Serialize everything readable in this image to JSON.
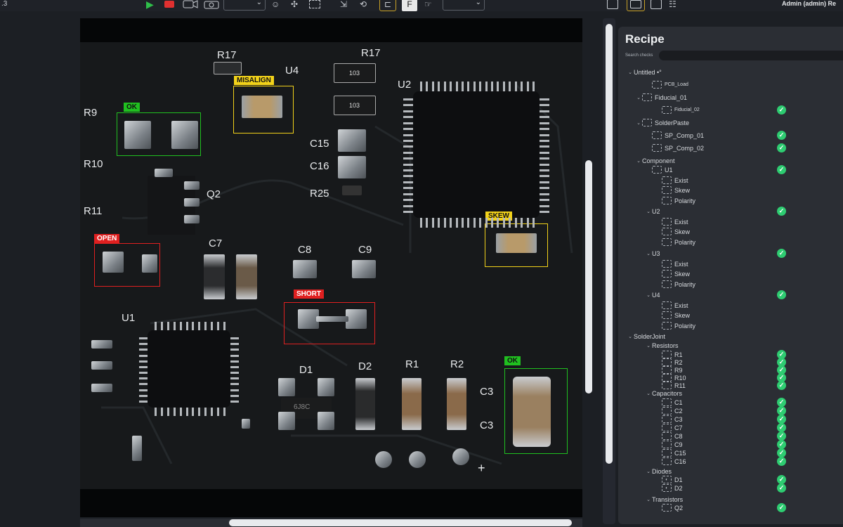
{
  "window": {
    "left_number": ".3",
    "user": "Admin (admin)",
    "user_suffix": "Re"
  },
  "recipe": {
    "title": "Recipe",
    "search_label": "Search checks",
    "tree": [
      {
        "label": "Untitled •°",
        "indent": 0,
        "twisty": "v",
        "icon": "",
        "check": false
      },
      {
        "label": "PCB_Load",
        "indent": 2,
        "twisty": "",
        "icon": "fid",
        "check": false,
        "small": true
      },
      {
        "label": "Fiducial_01",
        "indent": 1,
        "twisty": "v",
        "icon": "fid",
        "check": false
      },
      {
        "label": "Fiducial_02",
        "indent": 3,
        "twisty": "",
        "icon": "fid",
        "check": true,
        "small": true
      },
      {
        "label": "SolderPaste",
        "indent": 1,
        "twisty": "v",
        "icon": "sp",
        "check": false
      },
      {
        "label": "SP_Comp_01",
        "indent": 2,
        "twisty": "",
        "icon": "fid",
        "check": true
      },
      {
        "label": "SP_Comp_02",
        "indent": 2,
        "twisty": "",
        "icon": "fid",
        "check": true
      },
      {
        "label": "Component",
        "indent": 1,
        "twisty": "v",
        "icon": "",
        "check": false
      },
      {
        "label": "U1",
        "indent": 2,
        "twisty": "",
        "icon": "z",
        "check": true
      },
      {
        "label": "Exist",
        "indent": 3,
        "twisty": "",
        "icon": "fid",
        "check": false
      },
      {
        "label": "Skew",
        "indent": 3,
        "twisty": "",
        "icon": "fid",
        "check": false
      },
      {
        "label": "Polarity",
        "indent": 3,
        "twisty": "",
        "icon": "fid",
        "check": false
      },
      {
        "label": "U2",
        "indent": 2,
        "twisty": "v",
        "icon": "",
        "check": true
      },
      {
        "label": "Exist",
        "indent": 3,
        "twisty": "",
        "icon": "fid",
        "check": false
      },
      {
        "label": "Skew",
        "indent": 3,
        "twisty": "",
        "icon": "fid",
        "check": false
      },
      {
        "label": "Polarity",
        "indent": 3,
        "twisty": "",
        "icon": "fid",
        "check": false
      },
      {
        "label": "U3",
        "indent": 2,
        "twisty": "v",
        "icon": "",
        "check": true
      },
      {
        "label": "Exist",
        "indent": 3,
        "twisty": "",
        "icon": "fid",
        "check": false
      },
      {
        "label": "Skew",
        "indent": 3,
        "twisty": "",
        "icon": "fid",
        "check": false
      },
      {
        "label": "Polarity",
        "indent": 3,
        "twisty": "",
        "icon": "fid",
        "check": false
      },
      {
        "label": "U4",
        "indent": 2,
        "twisty": "v",
        "icon": "",
        "check": true
      },
      {
        "label": "Exist",
        "indent": 3,
        "twisty": "",
        "icon": "fid",
        "check": false
      },
      {
        "label": "Skew",
        "indent": 3,
        "twisty": "",
        "icon": "fid",
        "check": false
      },
      {
        "label": "Polarity",
        "indent": 3,
        "twisty": "",
        "icon": "fid",
        "check": false
      },
      {
        "label": "SolderJoint",
        "indent": 0,
        "twisty": "v",
        "icon": "",
        "check": false
      },
      {
        "label": "Resistors",
        "indent": 2,
        "twisty": "v",
        "icon": "",
        "check": false
      },
      {
        "label": "R1",
        "indent": 3,
        "twisty": "",
        "icon": "fid",
        "check": true
      },
      {
        "label": "R2",
        "indent": 3,
        "twisty": "",
        "icon": "fid",
        "check": true
      },
      {
        "label": "R9",
        "indent": 3,
        "twisty": "",
        "icon": "fid",
        "check": true
      },
      {
        "label": "R10",
        "indent": 3,
        "twisty": "",
        "icon": "fid",
        "check": true
      },
      {
        "label": "R11",
        "indent": 3,
        "twisty": "",
        "icon": "fid",
        "check": true
      },
      {
        "label": "Capacitors",
        "indent": 2,
        "twisty": "v",
        "icon": "",
        "check": false
      },
      {
        "label": "C1",
        "indent": 3,
        "twisty": "",
        "icon": "fid",
        "check": true
      },
      {
        "label": "C2",
        "indent": 3,
        "twisty": "",
        "icon": "fid",
        "check": true
      },
      {
        "label": "C3",
        "indent": 3,
        "twisty": "",
        "icon": "fid",
        "check": true
      },
      {
        "label": "C7",
        "indent": 3,
        "twisty": "",
        "icon": "fid",
        "check": true
      },
      {
        "label": "C8",
        "indent": 3,
        "twisty": "",
        "icon": "fid",
        "check": true
      },
      {
        "label": "C9",
        "indent": 3,
        "twisty": "",
        "icon": "fid",
        "check": true
      },
      {
        "label": "C15",
        "indent": 3,
        "twisty": "",
        "icon": "fid",
        "check": true
      },
      {
        "label": "C16",
        "indent": 3,
        "twisty": "",
        "icon": "fid",
        "check": true
      },
      {
        "label": "Diodes",
        "indent": 2,
        "twisty": "v",
        "icon": "",
        "check": false
      },
      {
        "label": "D1",
        "indent": 3,
        "twisty": "",
        "icon": "d",
        "check": true
      },
      {
        "label": "D2",
        "indent": 3,
        "twisty": "",
        "icon": "d",
        "check": true
      },
      {
        "label": "Transistors",
        "indent": 2,
        "twisty": "v",
        "icon": "",
        "check": false
      },
      {
        "label": "Q2",
        "indent": 3,
        "twisty": "",
        "icon": "fid",
        "check": true
      }
    ]
  },
  "board": {
    "labels": {
      "r17a": "R17",
      "r17b": "R17",
      "u4": "U4",
      "u2": "U2",
      "r9": "R9",
      "r10": "R10",
      "r11": "R11",
      "q2": "Q2",
      "c15": "C15",
      "c16": "C16",
      "r25": "R25",
      "c7": "C7",
      "c8": "C8",
      "c9": "C9",
      "u1": "U1",
      "d1": "D1",
      "d2": "D2",
      "r1": "R1",
      "r2": "R2",
      "c3a": "C3",
      "c3b": "C3"
    },
    "part_codes": {
      "r17": "103",
      "r17b": "103",
      "d1": "6J8C"
    },
    "defects": {
      "misalign": "MISALIGN",
      "ok1": "OK",
      "open": "OPEN",
      "skew": "SKEW",
      "short": "SHORT",
      "ok2": "OK"
    }
  },
  "colors": {
    "ok": "#20c020",
    "fail": "#e02020",
    "warn": "#f2d21a",
    "check": "#2ecc71"
  }
}
